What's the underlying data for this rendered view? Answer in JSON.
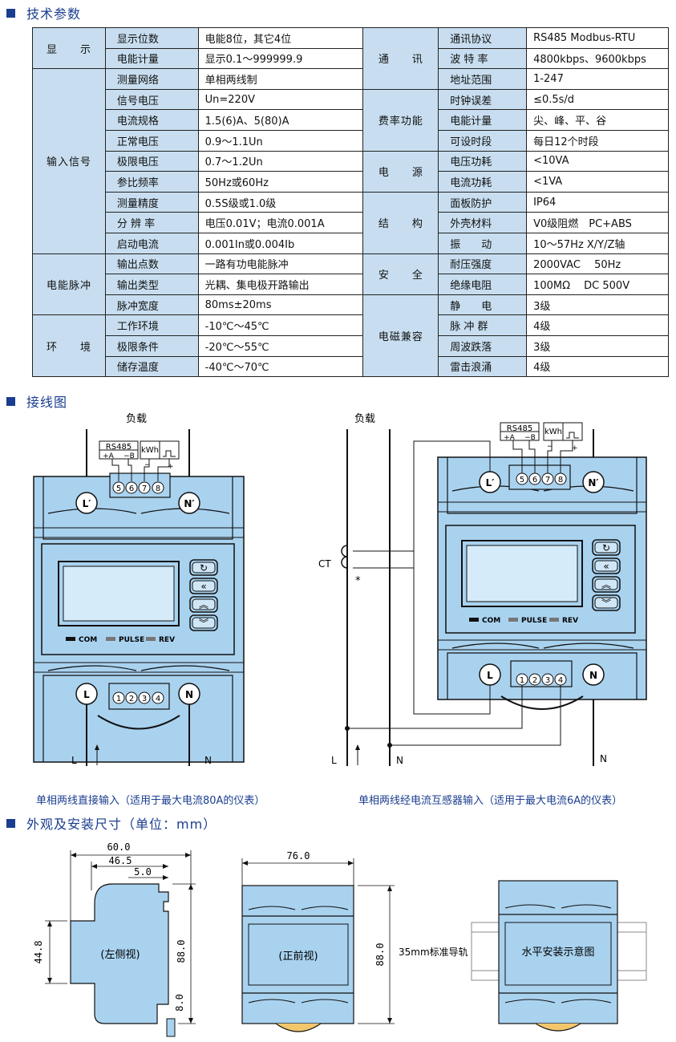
{
  "sections": {
    "tech": "技术参数",
    "wiring": "接线图",
    "dims": "外观及安装尺寸（单位：mm）"
  },
  "spec_left": [
    {
      "group": "显　　示",
      "rows": [
        {
          "name": "显示位数",
          "value": "电能8位，其它4位"
        },
        {
          "name": "电能计量",
          "value": "显示0.1～999999.9"
        }
      ]
    },
    {
      "group": "输入信号",
      "rows": [
        {
          "name": "测量网络",
          "value": "单相两线制"
        },
        {
          "name": "信号电压",
          "value": "Un=220V"
        },
        {
          "name": "电流规格",
          "value": "1.5(6)A、5(80)A"
        },
        {
          "name": "正常电压",
          "value": "0.9～1.1Un"
        },
        {
          "name": "极限电压",
          "value": "0.7～1.2Un"
        },
        {
          "name": "参比频率",
          "value": "50Hz或60Hz"
        },
        {
          "name": "测量精度",
          "value": "0.5S级或1.0级"
        },
        {
          "name": "分 辨 率",
          "value": "电压0.01V；电流0.001A"
        },
        {
          "name": "启动电流",
          "value": "0.001In或0.004Ib"
        }
      ]
    },
    {
      "group": "电能脉冲",
      "rows": [
        {
          "name": "输出点数",
          "value": "一路有功电能脉冲"
        },
        {
          "name": "输出类型",
          "value": "光耦、集电极开路输出"
        },
        {
          "name": "脉冲宽度",
          "value": "80ms±20ms"
        }
      ]
    },
    {
      "group": "环　　境",
      "rows": [
        {
          "name": "工作环境",
          "value": "-10℃～45℃"
        },
        {
          "name": "极限条件",
          "value": "-20℃～55℃"
        },
        {
          "name": "储存温度",
          "value": "-40℃～70℃"
        }
      ]
    }
  ],
  "spec_right": [
    {
      "group": "通　　讯",
      "rows": [
        {
          "name": "通讯协议",
          "value": "RS485 Modbus-RTU"
        },
        {
          "name": "波 特 率",
          "value": "4800kbps、9600kbps"
        },
        {
          "name": "地址范围",
          "value": "1-247"
        }
      ]
    },
    {
      "group": "费率功能",
      "rows": [
        {
          "name": "时钟误差",
          "value": "≤0.5s/d"
        },
        {
          "name": "电能计量",
          "value": "尖、峰、平、谷"
        },
        {
          "name": "可设时段",
          "value": "每日12个时段"
        }
      ]
    },
    {
      "group": "电　　源",
      "rows": [
        {
          "name": "电压功耗",
          "value": "<10VA"
        },
        {
          "name": "电流功耗",
          "value": "<1VA"
        }
      ]
    },
    {
      "group": "结　　构",
      "rows": [
        {
          "name": "面板防护",
          "value": "IP64"
        },
        {
          "name": "外壳材料",
          "value": "V0级阻燃　PC+ABS"
        },
        {
          "name": "振　　动",
          "value": "10～57Hz X/Y/Z轴"
        }
      ]
    },
    {
      "group": "安　　全",
      "rows": [
        {
          "name": "耐压强度",
          "value": "2000VAC　 50Hz"
        },
        {
          "name": "绝缘电阻",
          "value": "100MΩ　 DC 500V"
        }
      ]
    },
    {
      "group": "电磁兼容",
      "rows": [
        {
          "name": "静　　电",
          "value": "3级"
        },
        {
          "name": "脉 冲 群",
          "value": "4级"
        },
        {
          "name": "周波跌落",
          "value": "3级"
        },
        {
          "name": "雷击浪涌",
          "value": "4级"
        }
      ]
    }
  ],
  "wiring": {
    "load": "负载",
    "rs485": "RS485",
    "plus_a": "+A",
    "minus_b": "−B",
    "kwh": "kWh",
    "minus": "−",
    "plus": "+",
    "terminal_L_out": "L′",
    "terminal_N_out": "N′",
    "terminal_L": "L",
    "terminal_N": "N",
    "top_terminals": [
      "5",
      "6",
      "7",
      "8"
    ],
    "bottom_terminals": [
      "1",
      "2",
      "3",
      "4"
    ],
    "indicator_com": "COM",
    "indicator_pulse": "PULSE",
    "indicator_rev": "REV",
    "line_L": "L",
    "line_N": "N",
    "ct": "CT",
    "ct_mark": "*",
    "caption_direct": "单相两线直接输入（适用于最大电流80A的仪表）",
    "caption_ct": "单相两线经电流互感器输入（适用于最大电流6A的仪表）"
  },
  "dims": {
    "w_total": "60.0",
    "w_mid": "46.5",
    "w_small": "5.0",
    "h_left": "44.8",
    "h_right": "88.0",
    "h_bottom": "8.0",
    "side_label": "(左侧视)",
    "front_width": "76.0",
    "front_label": "(正前视)",
    "front_height": "88.0",
    "rail_label": "35mm标准导轨",
    "horizontal_label": "水平安装示意图"
  },
  "colors": {
    "accent": "#1a3d8f",
    "table_fill": "#c8def0",
    "device_fill": "#a9d2ef",
    "stroke": "#111111"
  }
}
